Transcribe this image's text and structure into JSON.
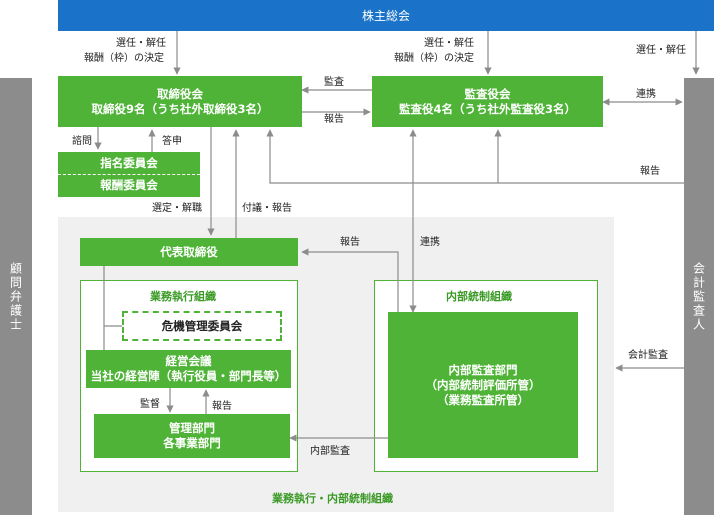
{
  "top_bar": "株主総会",
  "left_bar": "顧問弁護士",
  "right_bar": "会計監査人",
  "board": {
    "line1": "取締役会",
    "line2": "取締役9名（うち社外取締役3名）"
  },
  "audit_board": {
    "line1": "監査役会",
    "line2": "監査役4名（うち社外監査役3名）"
  },
  "committee_nomination": "指名委員会",
  "committee_remuneration": "報酬委員会",
  "representative": "代表取締役",
  "business_exec_title": "業務執行組織",
  "risk_committee": "危機管理委員会",
  "mgmt_meeting": {
    "line1": "経営会議",
    "line2": "当社の経営陣（執行役員・部門長等）"
  },
  "departments": {
    "line1": "管理部門",
    "line2": "各事業部門"
  },
  "internal_control_title": "内部統制組織",
  "internal_audit": {
    "line1": "内部監査部門",
    "line2": "（内部統制評価所管）",
    "line3": "（業務監査所管）"
  },
  "bottom_title": "業務執行・内部統制組織",
  "labels": {
    "elect_board_1": "選任・解任",
    "elect_board_2": "報酬（枠）の決定",
    "elect_audit_1": "選任・解任",
    "elect_audit_2": "報酬（枠）の決定",
    "elect_auditor": "選任・解任",
    "audit": "監査",
    "report_audit_board": "報告",
    "cooperation_right": "連携",
    "inquiry": "諮問",
    "reply": "答申",
    "report_right": "報告",
    "appoint_dismiss": "選定・解職",
    "refer_report": "付議・報告",
    "report_rep": "報告",
    "cooperation_mid": "連携",
    "accounting_audit": "会計監査",
    "supervise": "監督",
    "report_mgmt": "報告",
    "internal_audit_label": "内部監査"
  }
}
